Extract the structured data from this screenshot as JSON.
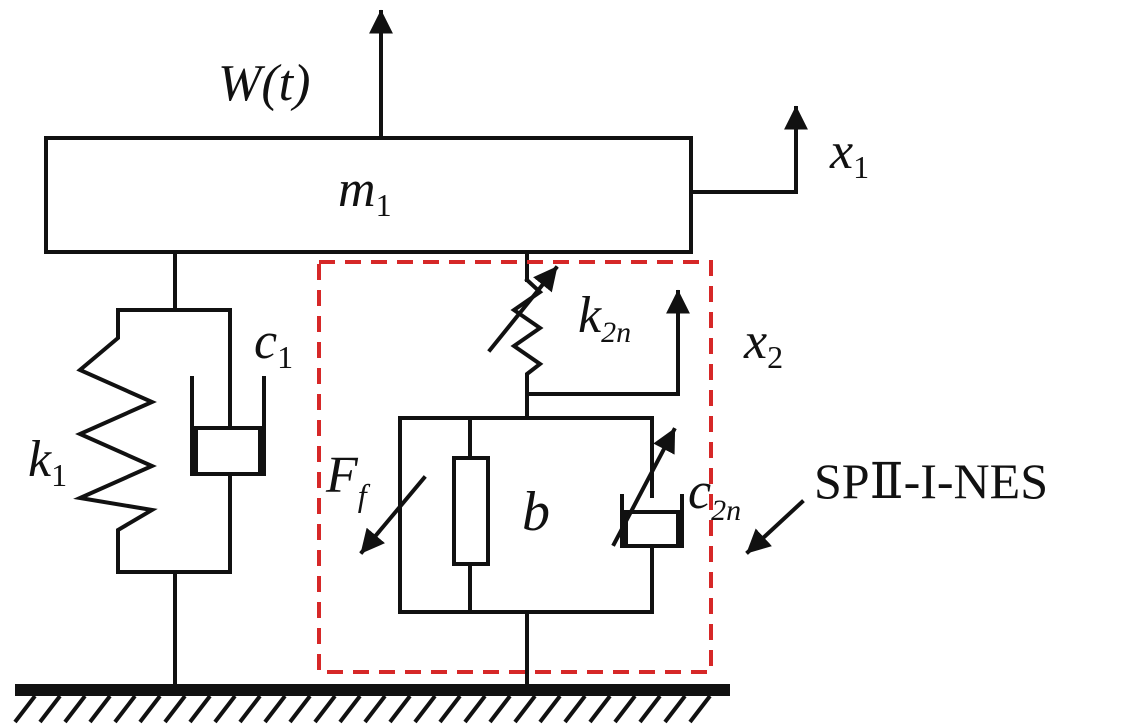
{
  "labels": {
    "force": "W(t)",
    "mass": "m",
    "mass_sub": "1",
    "disp1": "x",
    "disp1_sub": "1",
    "disp2": "x",
    "disp2_sub": "2",
    "spring1": "k",
    "spring1_sub": "1",
    "damper1": "c",
    "damper1_sub": "1",
    "spring2": "k",
    "spring2_sub": "2n",
    "friction": "F",
    "friction_sub": "f",
    "inerter": "b",
    "damper2": "c",
    "damper2_sub": "2n",
    "system": "SPⅡ-I-NES"
  },
  "colors": {
    "line": "#111111",
    "highlight_box": "#d62828"
  }
}
